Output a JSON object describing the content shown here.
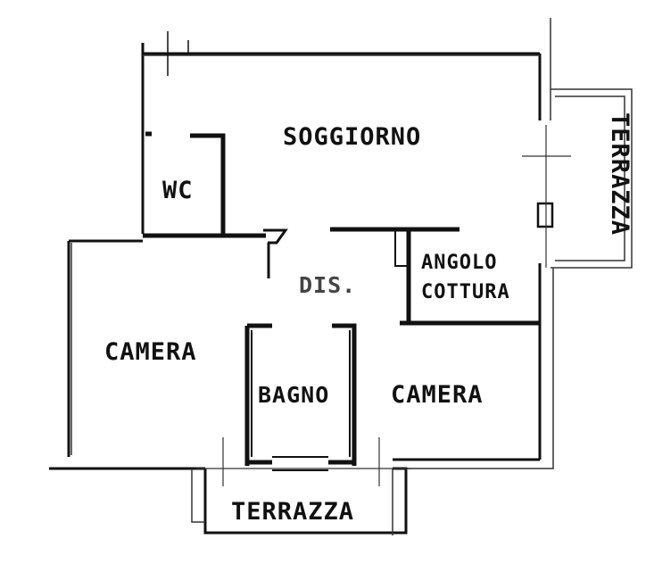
{
  "colors": {
    "wall": "#111111",
    "thin": "#333333",
    "background": "#ffffff"
  },
  "rooms": {
    "soggiorno": "SOGGIORNO",
    "wc": "WC",
    "dis": "DIS.",
    "angolo_line1": "ANGOLO",
    "angolo_line2": "COTTURA",
    "camera_left": "CAMERA",
    "bagno": "BAGNO",
    "camera_right": "CAMERA",
    "terrazza_bottom": "TERRAZZA",
    "terrazza_right": "TERRAZZA"
  }
}
